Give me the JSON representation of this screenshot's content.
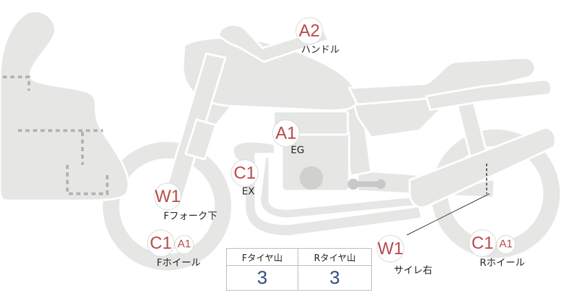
{
  "colors": {
    "body_fill": "#e6e6e4",
    "outline": "#ffffff",
    "dotted": "#b3b3b3",
    "mark_text": "#b84a4a",
    "value_text": "#2f4f7f"
  },
  "checkpoints": {
    "handle": {
      "mark": "A2",
      "label": "ハンドル"
    },
    "engine": {
      "mark": "A1",
      "label": "EG"
    },
    "exhaust": {
      "mark": "C1",
      "label": "EX"
    },
    "front_fork": {
      "mark": "W1",
      "label": "Fフォーク下"
    },
    "front_wheel": {
      "mark": "C1",
      "mark2": "A1",
      "label": "Fホイール"
    },
    "muffler": {
      "mark": "W1",
      "label": "サイレ右"
    },
    "rear_wheel": {
      "mark": "C1",
      "mark2": "A1",
      "label": "Rホイール"
    }
  },
  "tread_table": {
    "front_header": "Fタイヤ山",
    "rear_header": "Rタイヤ山",
    "front_value": "3",
    "rear_value": "3"
  }
}
